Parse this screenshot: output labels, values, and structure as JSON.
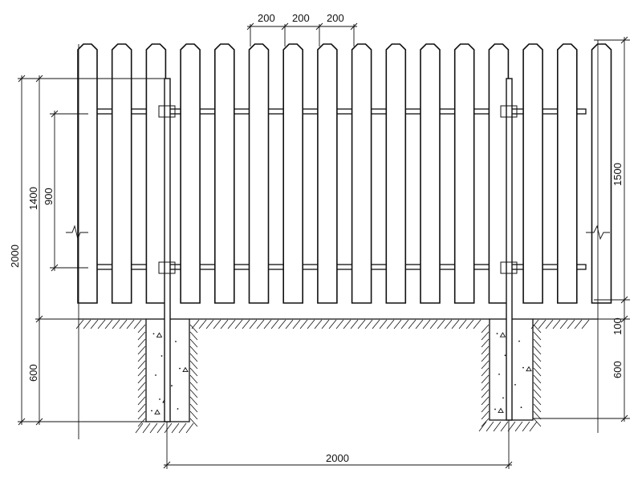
{
  "drawing": {
    "dimensions": {
      "picket_spacing": [
        "200",
        "200",
        "200"
      ],
      "total_height": "2000",
      "post_above_ground": "1400",
      "rail_spacing": "900",
      "post_embedment": "600",
      "fence_height": "1500",
      "gravel_depth": "100",
      "footing_depth": "600",
      "post_spacing": "2000"
    },
    "picket_count": 16
  }
}
